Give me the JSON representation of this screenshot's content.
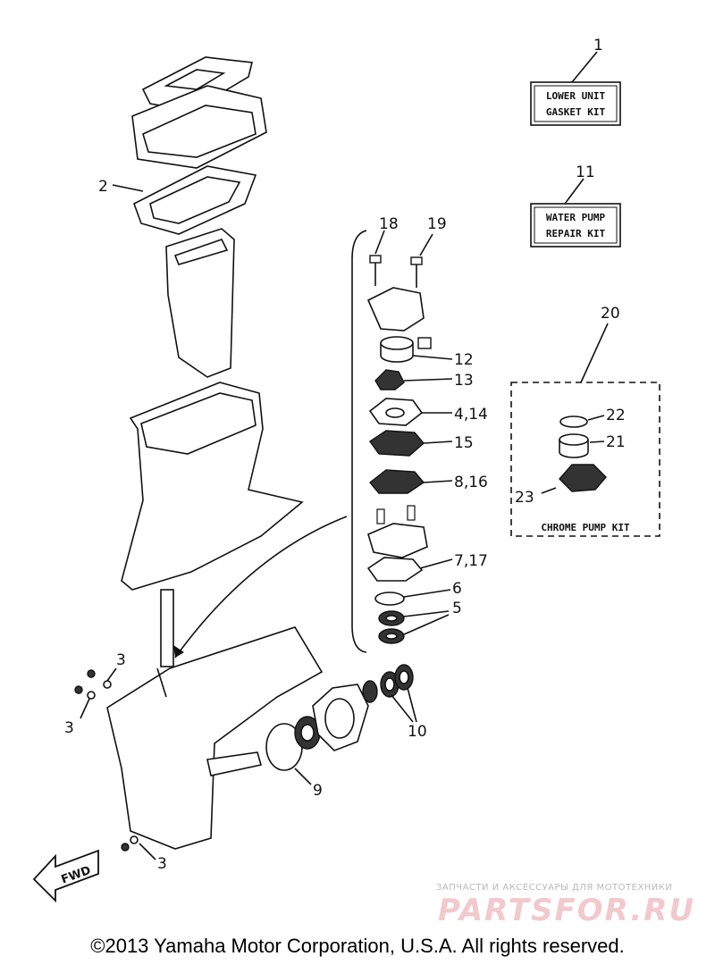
{
  "kits": {
    "lower_unit": {
      "number": "1",
      "line1": "LOWER UNIT",
      "line2": "GASKET KIT"
    },
    "water_pump": {
      "number": "11",
      "line1": "WATER PUMP",
      "line2": "REPAIR KIT"
    },
    "chrome_pump": {
      "number": "20",
      "label": "CHROME PUMP KIT"
    }
  },
  "callouts": {
    "p2": "2",
    "p18": "18",
    "p19": "19",
    "p12": "12",
    "p13": "13",
    "p4_14": "4,14",
    "p15": "15",
    "p8_16": "8,16",
    "p7_17": "7,17",
    "p6": "6",
    "p5": "5",
    "p22": "22",
    "p21": "21",
    "p23": "23",
    "p3a": "3",
    "p3b": "3",
    "p3c": "3",
    "p10": "10",
    "p9": "9"
  },
  "fwd_label": "FWD",
  "watermark": {
    "tagline": "ЗАПЧАСТИ И АКСЕССУАРЫ ДЛЯ МОТОТЕХНИКИ",
    "brand": "PARTSFOR.RU"
  },
  "copyright": "©2013 Yamaha Motor Corporation, U.S.A. All rights reserved."
}
